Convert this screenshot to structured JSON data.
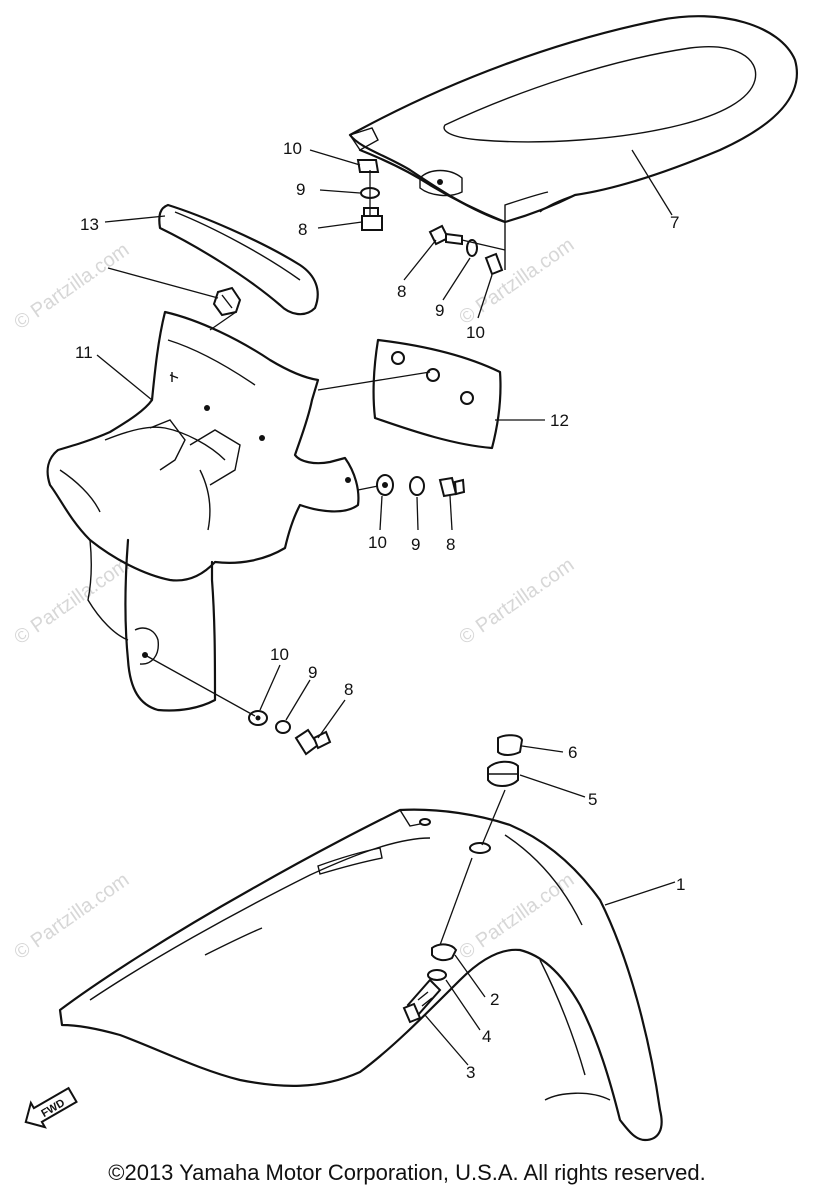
{
  "watermark": "© Partzilla.com",
  "copyright": "©2013  Yamaha Motor Corporation, U.S.A. All rights reserved.",
  "fwd_label": "FWD",
  "callouts": {
    "c1": "1",
    "c2": "2",
    "c3": "3",
    "c4": "4",
    "c5": "5",
    "c6": "6",
    "c7": "7",
    "c8a": "8",
    "c8b": "8",
    "c8c": "8",
    "c8d": "8",
    "c9a": "9",
    "c9b": "9",
    "c9c": "9",
    "c9d": "9",
    "c10a": "10",
    "c10b": "10",
    "c10c": "10",
    "c10d": "10",
    "c11": "11",
    "c12": "12",
    "c13": "13"
  }
}
